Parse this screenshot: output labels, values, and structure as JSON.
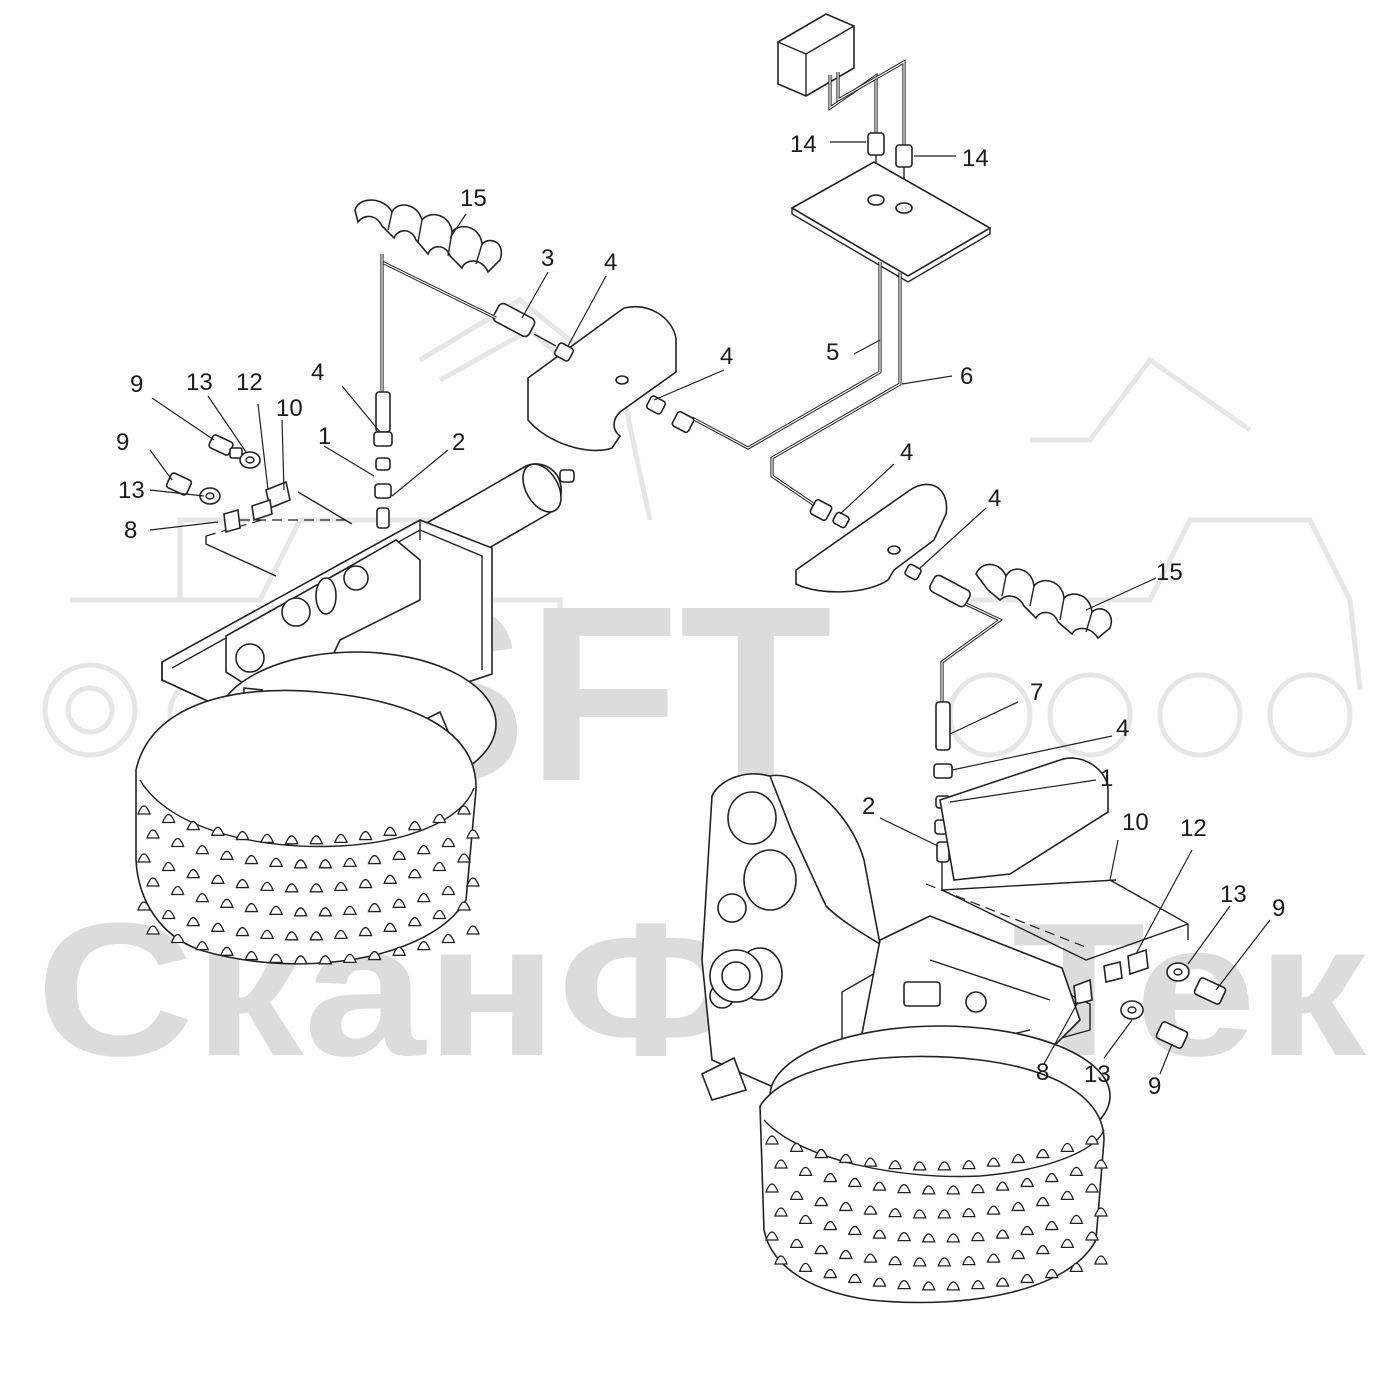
{
  "watermark": {
    "brand": "SFT",
    "company": "СканФорТек"
  },
  "callouts": {
    "c15a": "15",
    "c3": "3",
    "c4a": "4",
    "c4b": "4",
    "c9a": "9",
    "c13a": "13",
    "c12a": "12",
    "c4c": "4",
    "c10a": "10",
    "c1a": "1",
    "c2a": "2",
    "c9b": "9",
    "c13b": "13",
    "c8a": "8",
    "c14a": "14",
    "c14b": "14",
    "c5": "5",
    "c6": "6",
    "c4d": "4",
    "c4e": "4",
    "c15b": "15",
    "c7": "7",
    "c4f": "4",
    "c1b": "1",
    "c2b": "2",
    "c10b": "10",
    "c12b": "12",
    "c13c": "13",
    "c9c": "9",
    "c13d": "13",
    "c9d": "9",
    "c8b": "8"
  }
}
